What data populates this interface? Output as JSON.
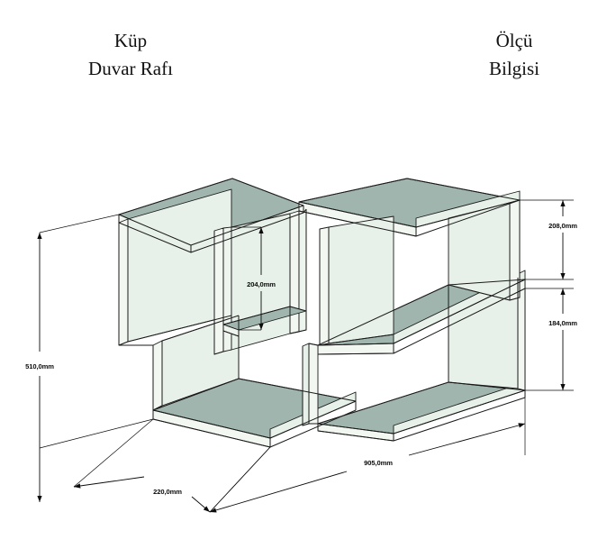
{
  "page": {
    "background_color": "#ffffff",
    "drawing_type": "isometric technical drawing"
  },
  "titles": {
    "left": {
      "line1": "Küp",
      "line2": "Duvar Rafı"
    },
    "right": {
      "line1": "Ölçü",
      "line2": "Bilgisi"
    }
  },
  "colors": {
    "top_face": "#9fb5ae",
    "front_face": "#e8f1e9",
    "edge_face": "#f2f7f2",
    "outline": "#1a1a1a",
    "dimension_line": "#0b0b0b",
    "text": "#111111"
  },
  "dimensions": {
    "overall_height": "510,0mm",
    "overall_width": "905,0mm",
    "depth": "220,0mm",
    "upper_section_height": "208,0mm",
    "lower_section_height": "184,0mm",
    "cube_inner_height": "204,0mm"
  },
  "dimension_labels": [
    {
      "id": "overall-height",
      "value": "510,0mm",
      "orientation": "vertical",
      "side": "left"
    },
    {
      "id": "overall-width",
      "value": "905,0mm",
      "orientation": "diagonal",
      "side": "bottom"
    },
    {
      "id": "depth",
      "value": "220,0mm",
      "orientation": "diagonal",
      "side": "bottom-left"
    },
    {
      "id": "upper-height",
      "value": "208,0mm",
      "orientation": "vertical",
      "side": "right"
    },
    {
      "id": "lower-height",
      "value": "184,0mm",
      "orientation": "vertical",
      "side": "right"
    },
    {
      "id": "cube-inner-height",
      "value": "204,0mm",
      "orientation": "vertical",
      "side": "inner"
    }
  ]
}
